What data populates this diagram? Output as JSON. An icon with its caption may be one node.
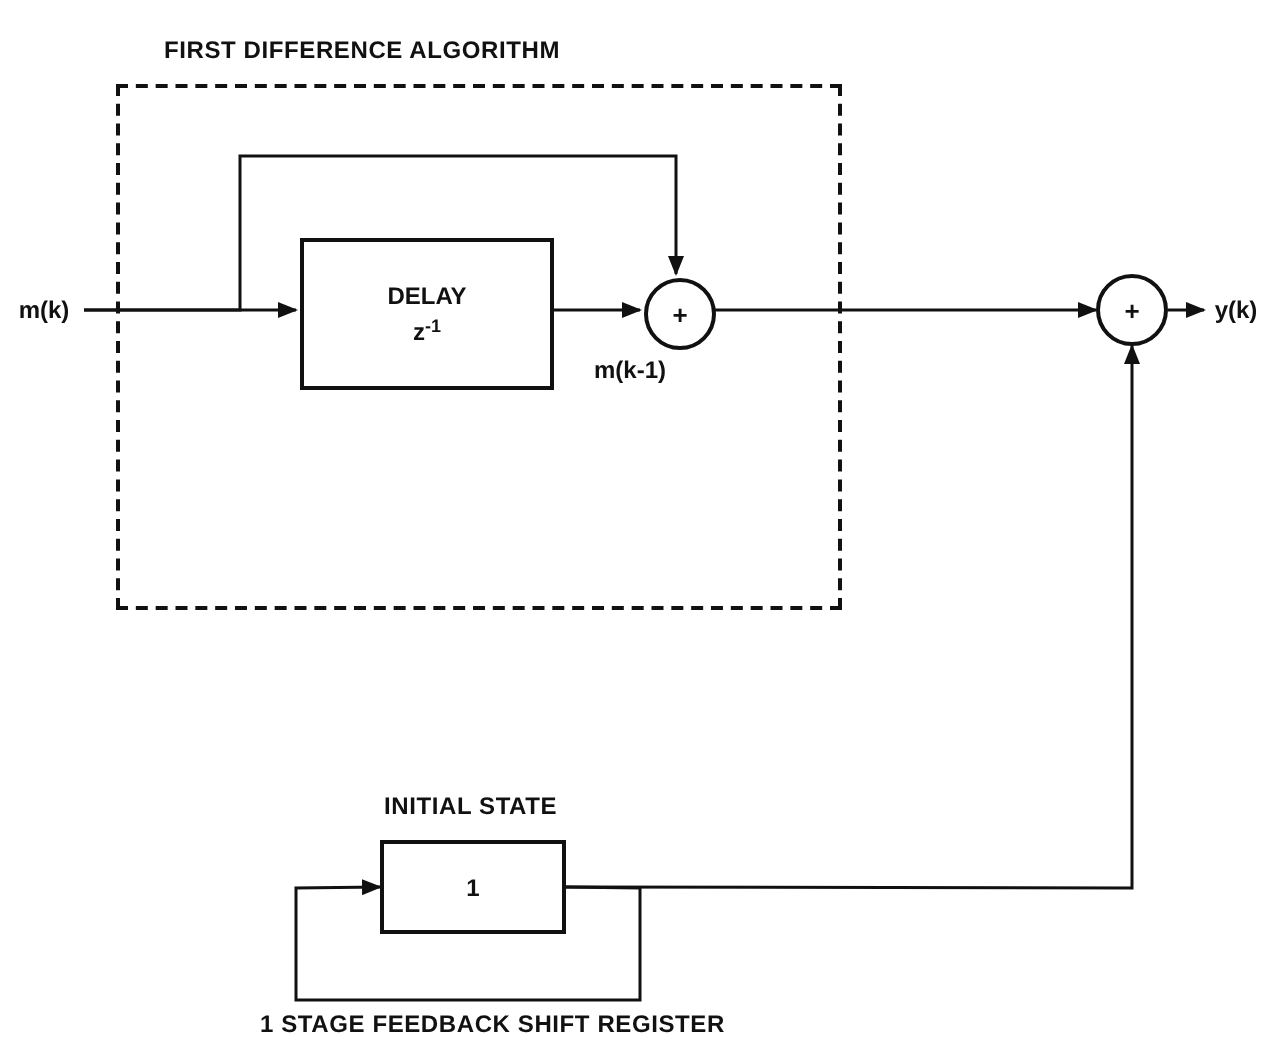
{
  "diagram": {
    "caption": "1 STAGE FEEDBACK SHIFT REGISTER",
    "nodes": [
      {
        "text": [
          "FIRST DIFFERENCE ALGORITHM"
        ]
      },
      {
        "text": [
          "m(k)"
        ]
      },
      {
        "text": [
          "DELAY",
          "z$^{-1}$"
        ],
        "in": 0
      },
      {
        "text": [
          "+"
        ],
        "in": 0
      },
      {
        "text": [
          "+"
        ]
      },
      {
        "text": [
          "y(k)"
        ]
      },
      {
        "text": [
          "INITIAL STATE",
          "1"
        ]
      }
    ],
    "edges": [
      {
        "from": 1,
        "to": 2,
        "arrow": "to"
      },
      {
        "from": 1,
        "to": 3,
        "arrow": "to"
      },
      {
        "from": 2,
        "to": 3,
        "arrow": "to",
        "label": "m(k-1)"
      },
      {
        "from": 3,
        "to": 4,
        "arrow": "to"
      },
      {
        "from": 4,
        "to": 5,
        "arrow": "to"
      },
      {
        "from": 6,
        "to": 4,
        "arrow": "to"
      },
      {
        "from": 6,
        "to": 6,
        "arrow": "to"
      }
    ]
  }
}
